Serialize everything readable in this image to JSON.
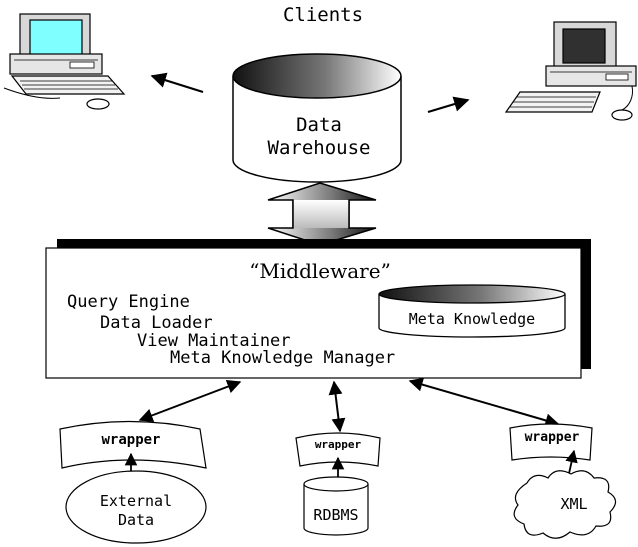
{
  "clients_label": "Clients",
  "warehouse": {
    "line1": "Data",
    "line2": "Warehouse"
  },
  "middleware": {
    "title": "“Middleware”",
    "items": [
      "Query Engine",
      "Data Loader",
      "View Maintainer",
      "Meta Knowledge Manager"
    ],
    "meta_knowledge": "Meta Knowledge"
  },
  "sources": {
    "external_wrapper": "wrapper",
    "external_line1": "External",
    "external_line2": "Data",
    "rdbms_wrapper": "wrapper",
    "rdbms": "RDBMS",
    "xml_wrapper": "wrapper",
    "xml": "XML"
  },
  "icons": [
    "computer-icon",
    "computer-icon"
  ],
  "colors": {
    "screen_left": "#7fffff",
    "screen_right": "#303030",
    "stroke": "#000000"
  }
}
